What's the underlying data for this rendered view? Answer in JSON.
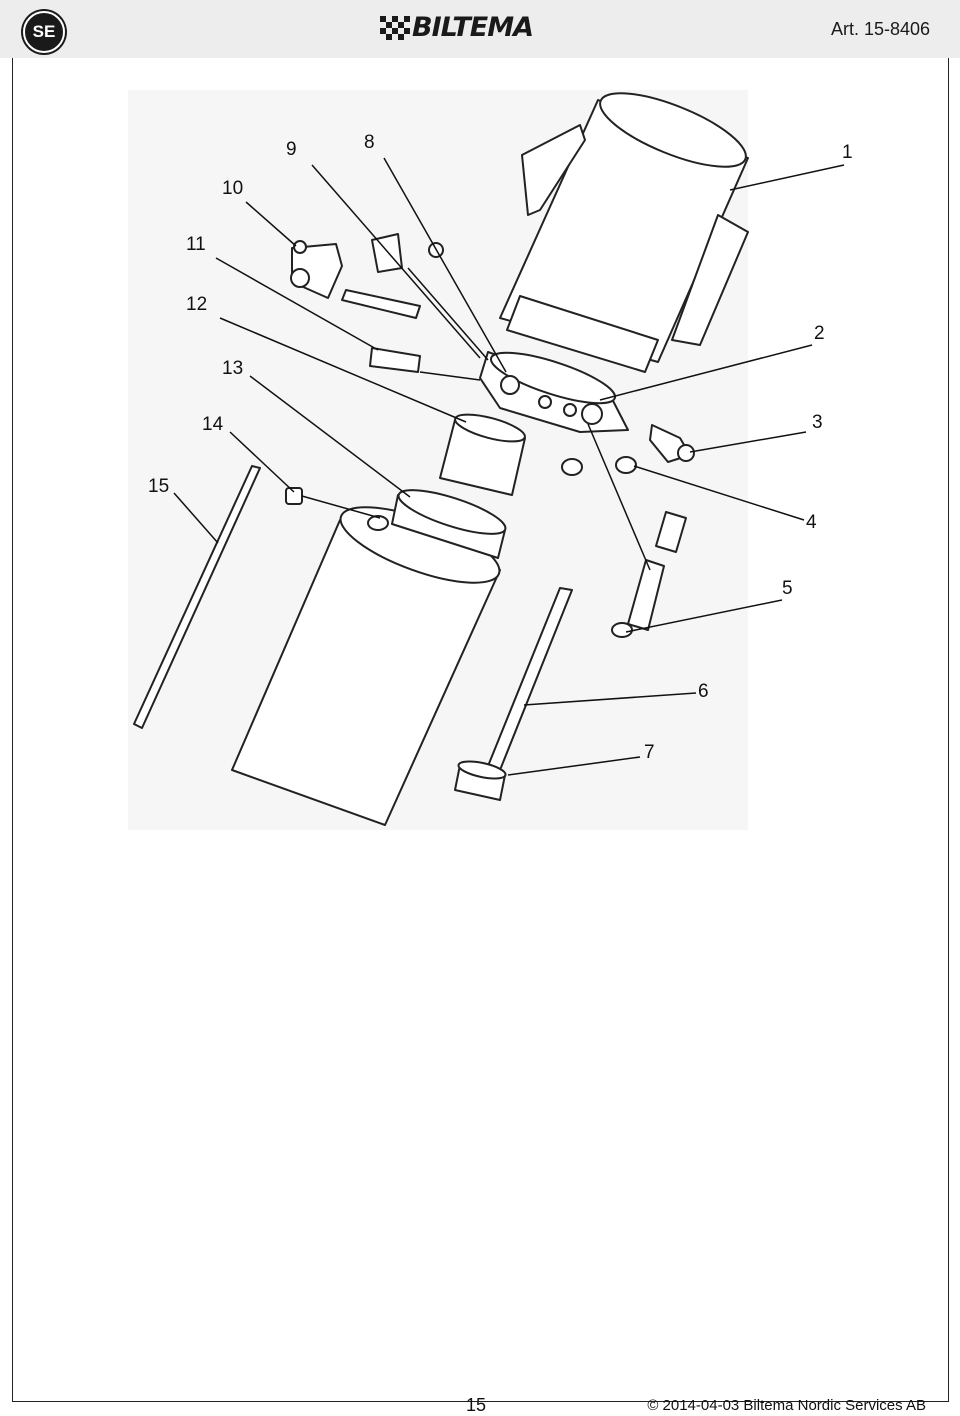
{
  "header": {
    "language_badge": "SE",
    "brand_logo": "BILTEMA",
    "article_number": "Art. 15-8406"
  },
  "diagram": {
    "callouts": [
      "1",
      "2",
      "3",
      "4",
      "5",
      "6",
      "7",
      "8",
      "9",
      "10",
      "11",
      "12",
      "13",
      "14",
      "15"
    ]
  },
  "footer": {
    "page_number": "15",
    "copyright": "© 2014-04-03 Biltema Nordic Services AB"
  }
}
